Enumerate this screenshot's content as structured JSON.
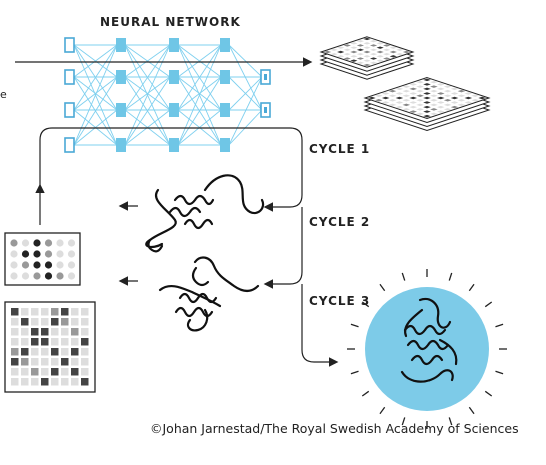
{
  "title": "NEURAL NETWORK",
  "cycles": [
    "CYCLE 1",
    "CYCLE 2",
    "CYCLE 3"
  ],
  "credit": "©Johan Jarnestad/The Royal Swedish Academy of Sciences",
  "edge_text": "e",
  "colors": {
    "node": "#6fc6e6",
    "node_outline": "#4aa8d6",
    "connection": "#7fd0ef",
    "protein_halo": "#7dcbe8",
    "grid_dark": "#333333",
    "grid_mid": "#888888",
    "grid_light": "#dddddd",
    "line": "#222222"
  },
  "icons": [
    "neural-network-graph",
    "distance-map-stack",
    "protein-structure",
    "contact-map-grid",
    "folded-protein-burst"
  ]
}
